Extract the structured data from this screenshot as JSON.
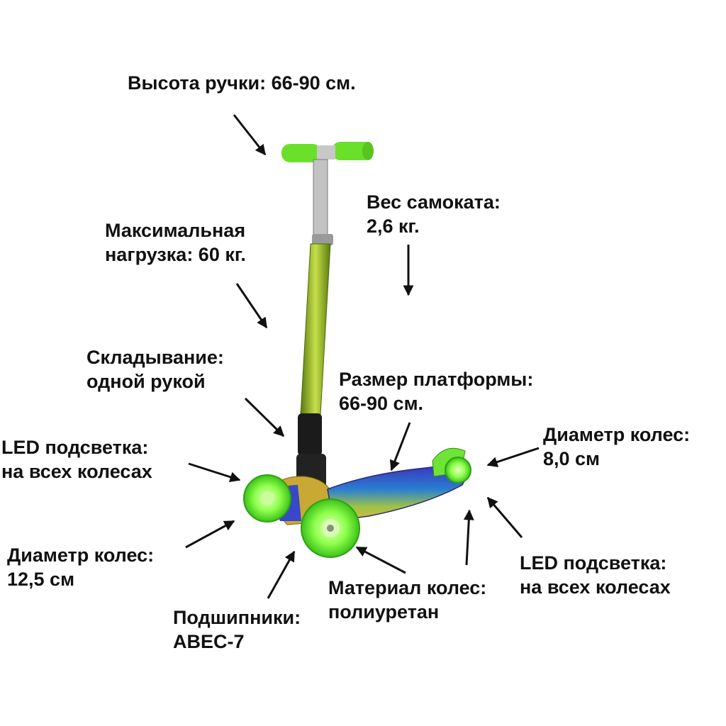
{
  "colors": {
    "text": "#111111",
    "arrow": "#111111",
    "frame_green": "#8fbf2a",
    "wheel_green": "#7dff3a",
    "deck_blue": "#3848c8",
    "deck_gold": "#c9b23a",
    "stem_silver": "#b8b8b8",
    "stem_black": "#1a1a1a"
  },
  "labels": {
    "handle_height": {
      "line1": "Высота ручки: 66-90 см."
    },
    "scooter_weight": {
      "line1": "Вес самоката:",
      "line2": "2,6 кг."
    },
    "max_load": {
      "line1": "Максимальная",
      "line2": "нагрузка: 60 кг."
    },
    "folding": {
      "line1": "Складывание:",
      "line2": "одной рукой"
    },
    "platform_size": {
      "line1": "Размер платформы:",
      "line2": "66-90 см."
    },
    "led_left": {
      "line1": "LED подсветка:",
      "line2": "на всех колесах"
    },
    "rear_wheel_dia": {
      "line1": "Диаметр колес:",
      "line2": "8,0 см"
    },
    "front_wheel_dia": {
      "line1": "Диаметр колес:",
      "line2": "12,5 см"
    },
    "led_right": {
      "line1": "LED подсветка:",
      "line2": "на всех колесах"
    },
    "wheel_material": {
      "line1": "Материал колес:",
      "line2": "полиуретан"
    },
    "bearings": {
      "line1": "Подшипники:",
      "line2": "ABEC-7"
    }
  }
}
